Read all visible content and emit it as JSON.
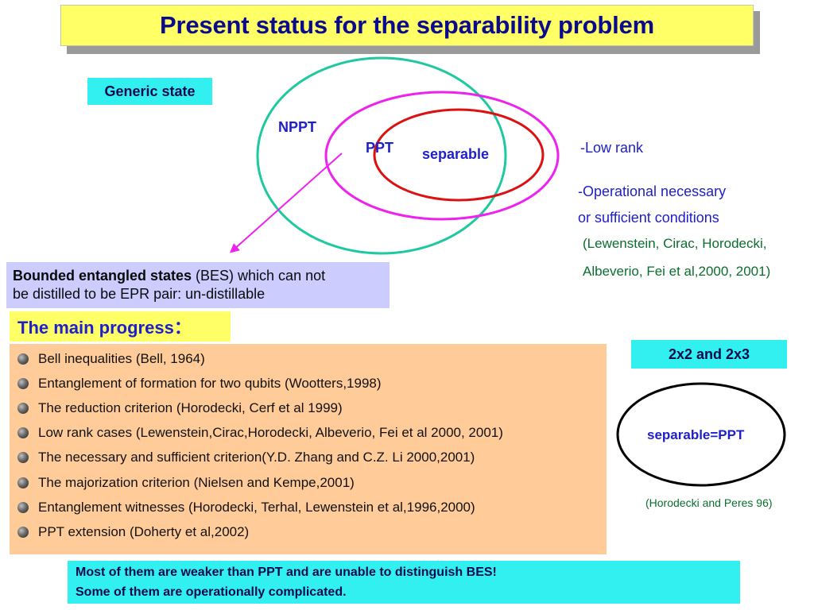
{
  "title": "Present status for the separability problem",
  "generic_state": "Generic state",
  "diagram": {
    "nppt": "NPPT",
    "ppt": "PPT",
    "separable": "separable"
  },
  "notes": {
    "low_rank": "-Low rank",
    "operational_1": "-Operational necessary",
    "operational_2": "or sufficient  conditions",
    "ref_1": "(Lewenstein, Cirac, Horodecki,",
    "ref_2": "Albeverio, Fei et al,2000, 2001)"
  },
  "bes": {
    "bold": "Bounded entangled states",
    "rest_1": " (BES) which can not",
    "rest_2": "be distilled to be EPR pair: un-distillable"
  },
  "main_progress": "The main progress：",
  "progress_items": [
    "Bell inequalities (Bell, 1964)",
    "Entanglement of formation for two qubits (Wootters,1998)",
    "The reduction criterion  (Horodecki, Cerf et al 1999)",
    "Low rank cases (Lewenstein,Cirac,Horodecki, Albeverio, Fei et al 2000, 2001)",
    "The necessary and sufficient criterion(Y.D. Zhang and C.Z. Li 2000,2001)",
    "The majorization criterion (Nielsen and Kempe,2001)",
    "Entanglement witnesses (Horodecki, Terhal, Lewenstein et al,1996,2000)",
    "PPT extension  (Doherty et al,2002)"
  ],
  "box_2x2": "2x2 and 2x3",
  "separable_ppt": "separable=PPT",
  "horodecki_ref": "(Horodecki and Peres 96)",
  "bottom": {
    "line_1": "Most of them are weaker than PPT and are unable to distinguish BES!",
    "line_2": "Some of them are operationally complicated."
  },
  "colors": {
    "outer_ellipse": "#1fc9a0",
    "ppt_ellipse": "#ee22ee",
    "separable_ellipse": "#dd1111",
    "arrow": "#ee22ee",
    "right_ellipse": "#000000"
  }
}
